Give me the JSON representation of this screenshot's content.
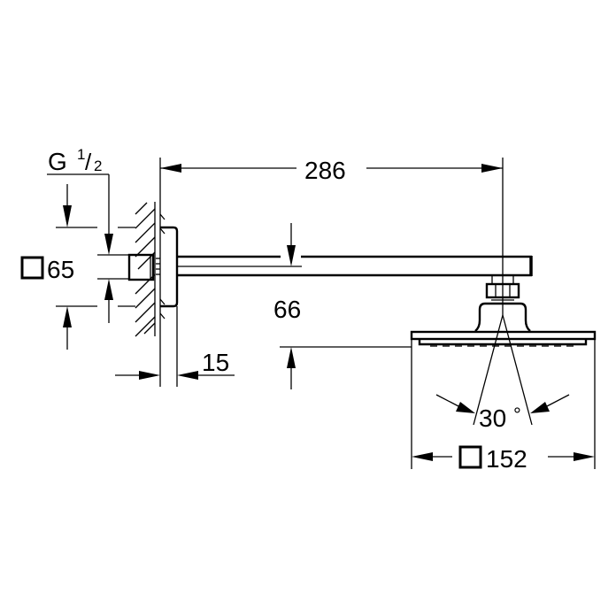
{
  "drawing": {
    "title": "Shower arm with head shower - dimensional drawing",
    "colors": {
      "line": "#000000",
      "background": "#ffffff"
    }
  },
  "dimensions": {
    "thread": {
      "prefix": "G",
      "numerator": "1",
      "slash": "/",
      "denominator": "2"
    },
    "rosette_size": {
      "symbol": "square",
      "value": "65"
    },
    "arm_length": {
      "value": "286"
    },
    "arm_offset": {
      "value": "66"
    },
    "rosette_depth": {
      "value": "15"
    },
    "spray_angle": {
      "value": "30",
      "unit": "°"
    },
    "head_size": {
      "symbol": "square",
      "value": "152"
    }
  }
}
